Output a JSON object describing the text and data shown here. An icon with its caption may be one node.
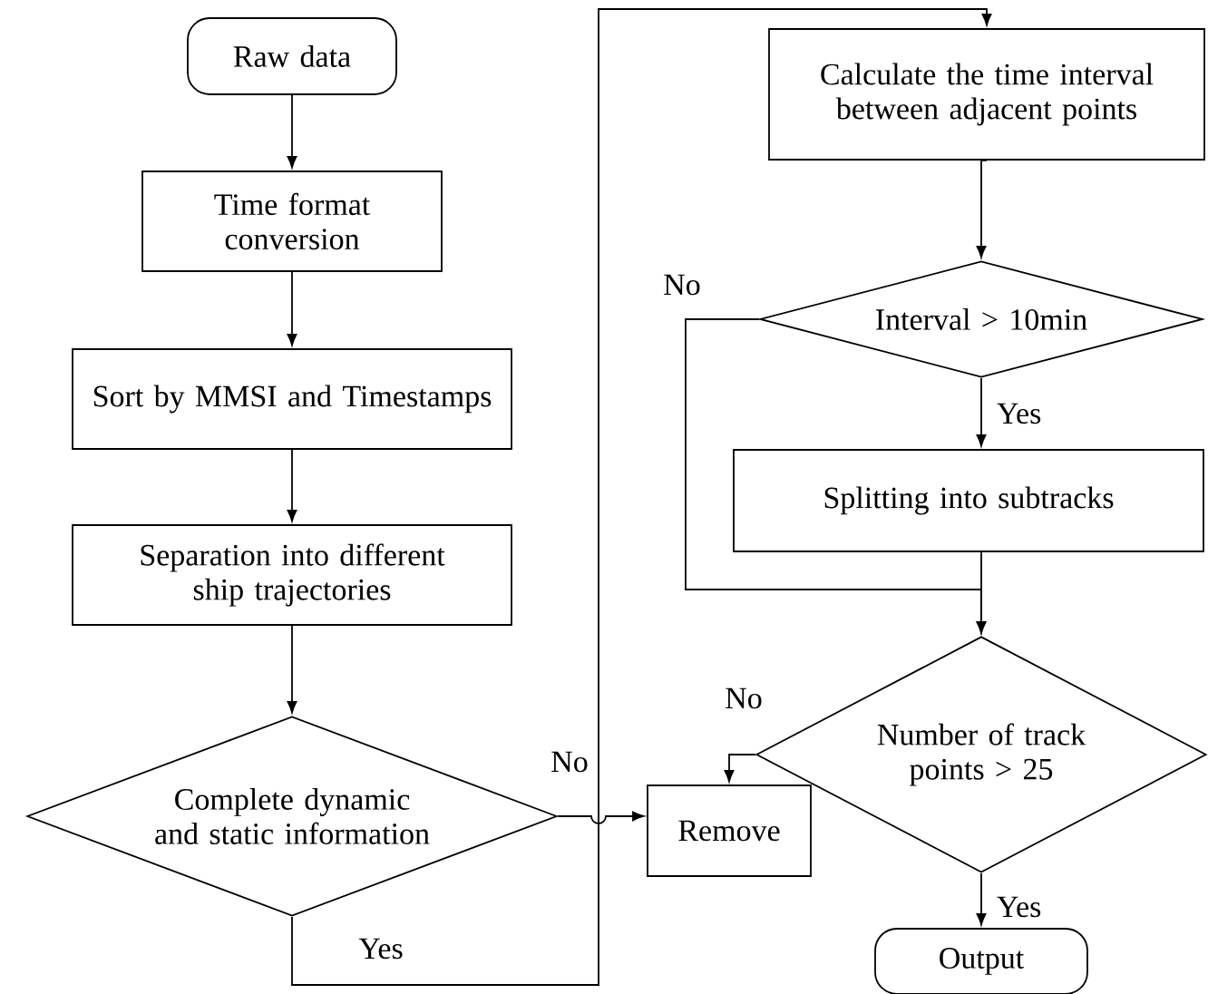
{
  "diagram": {
    "nodes": [
      {
        "text": [
          "Raw data"
        ]
      },
      {
        "text": [
          "Time format conversion"
        ]
      },
      {
        "text": [
          "Sort by MMSI and Timestamps"
        ]
      },
      {
        "text": [
          "Separation into different ship trajectories"
        ]
      },
      {
        "text": [
          "Complete dynamic and static information"
        ]
      },
      {
        "text": [
          "Remove"
        ]
      },
      {
        "text": [
          "Calculate the time interval between adjacent  points"
        ]
      },
      {
        "text": [
          "Interval > 10min"
        ]
      },
      {
        "text": [
          "Splitting into subtracks"
        ]
      },
      {
        "text": [
          "Number of track points > 25"
        ]
      },
      {
        "text": [
          "Output"
        ]
      }
    ],
    "edges": [
      {
        "from": 0,
        "to": 1,
        "arrow": "to"
      },
      {
        "from": 1,
        "to": 2,
        "arrow": "to"
      },
      {
        "from": 2,
        "to": 3,
        "arrow": "to"
      },
      {
        "from": 3,
        "to": 4,
        "arrow": "to"
      },
      {
        "from": 4,
        "to": 5,
        "arrow": "to",
        "label": "No"
      },
      {
        "from": 4,
        "to": 6,
        "arrow": "to",
        "label": "Yes"
      },
      {
        "from": 6,
        "to": 7,
        "arrow": "to"
      },
      {
        "from": 7,
        "to": 8,
        "arrow": "to",
        "label": "Yes"
      },
      {
        "from": 7,
        "to": 9,
        "arrow": "to",
        "label": "No"
      },
      {
        "from": 8,
        "to": 9,
        "arrow": "to"
      },
      {
        "from": 9,
        "to": 5,
        "arrow": "to",
        "label": "No"
      },
      {
        "from": 9,
        "to": 10,
        "arrow": "to",
        "label": "Yes"
      }
    ]
  }
}
